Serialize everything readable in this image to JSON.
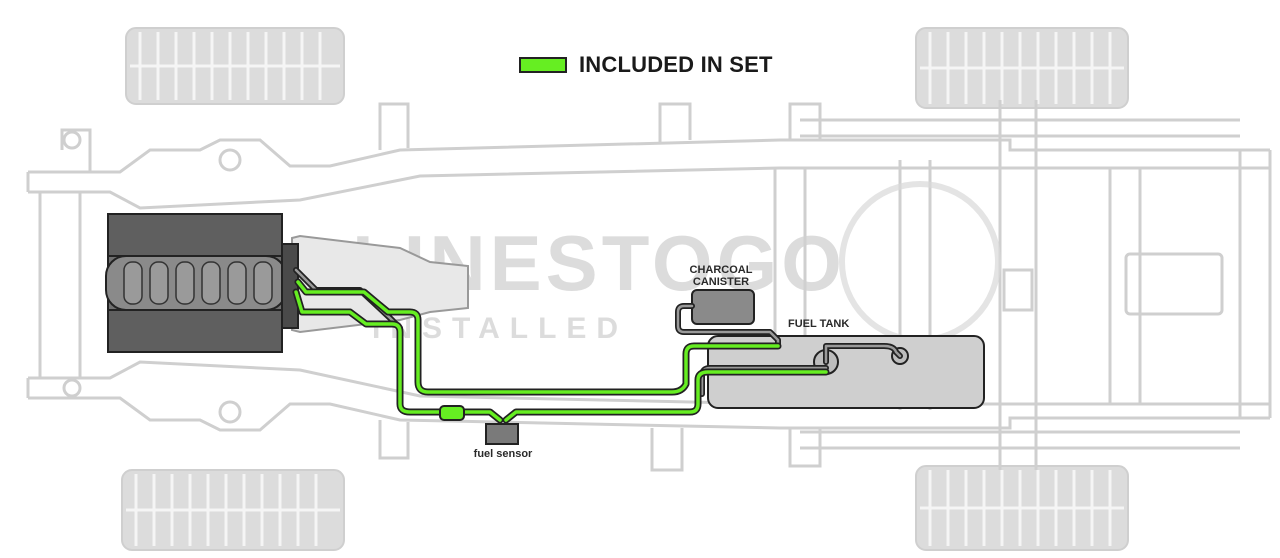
{
  "legend": {
    "label": "INCLUDED IN SET",
    "swatch_color": "#66ee22"
  },
  "watermark": {
    "line1": "LINESTOGO",
    "line2": "INSTALLED",
    "color": "#c8c8c8"
  },
  "labels": {
    "charcoal_canister_line1": "CHARCOAL",
    "charcoal_canister_line2": "CANISTER",
    "fuel_tank": "FUEL TANK",
    "fuel_sensor": "fuel sensor"
  },
  "colors": {
    "frame": "#cfcfcf",
    "tire": "#dcdcdc",
    "engine": "#6f6f6f",
    "tank": "#cfcfcf",
    "transmission": "#e8e8e8",
    "included_line": "#66ee22",
    "outline": "#222222"
  }
}
